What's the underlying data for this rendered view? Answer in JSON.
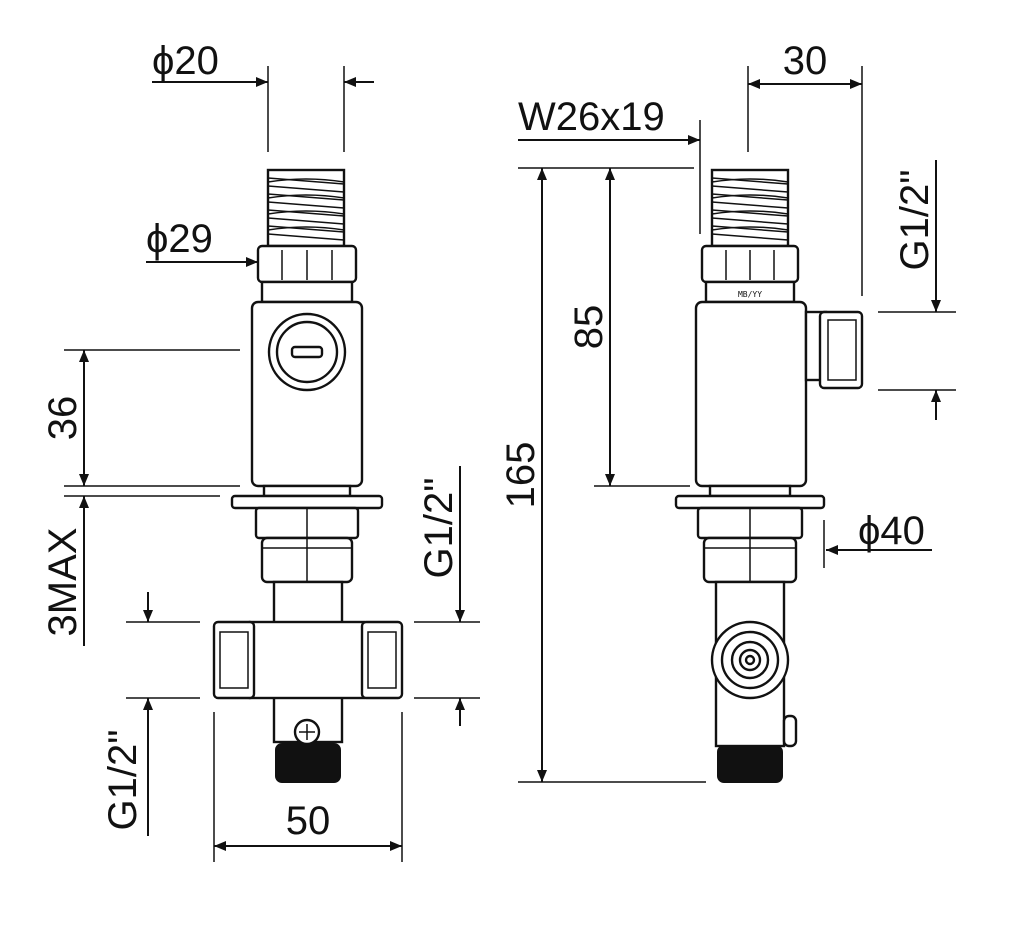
{
  "labels": {
    "phi20": "ϕ20",
    "phi29": "ϕ29",
    "dim36": "36",
    "max3": "3MAX",
    "g_left_vertical": "G1/2\"",
    "g_left_lower": "G1/2\"",
    "dim50": "50",
    "w26": "W26x19",
    "dim30": "30",
    "dim85": "85",
    "dim165": "165",
    "g_right": "G1/2\"",
    "phi40": "ϕ40",
    "stamp": "MB/YY"
  }
}
